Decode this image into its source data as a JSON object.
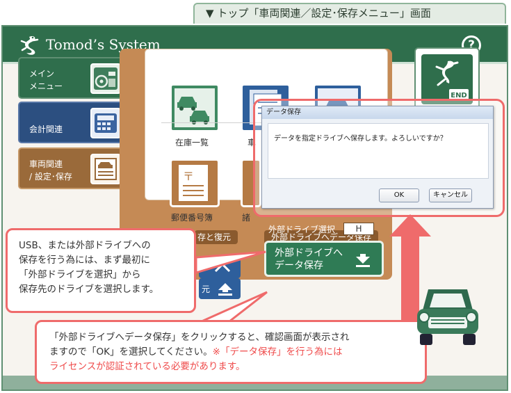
{
  "doc_tab": {
    "marker": "▼",
    "label": "トップ「車両関連／設定･保存メニュー」画面"
  },
  "header": {
    "app_title": "Tomod’s System",
    "help_label": "?"
  },
  "sidebar": {
    "items": [
      {
        "line1": "メイン",
        "line2": "メニュー",
        "icon": "wheel-dashboard-icon"
      },
      {
        "line1": "会計関連",
        "line2": "",
        "icon": "calculator-icon"
      },
      {
        "line1": "車両関連",
        "line2": "/ 設定･保存",
        "icon": "vehicle-list-icon"
      }
    ]
  },
  "menu_tiles": [
    {
      "label": "在庫一覧",
      "icon": "cars-stock-icon"
    },
    {
      "label": "車",
      "icon": "documents-icon"
    },
    {
      "label": "",
      "icon": "car-icon"
    },
    {
      "label": "郵便番号簿",
      "icon": "postal-book-icon"
    },
    {
      "label": "諸",
      "icon": "misc-icon"
    }
  ],
  "sections": {
    "left_label_partial": "存と復元",
    "right_label": "外部ドライブへデータ保存",
    "drive_select_label": "外部ドライブ選択",
    "drive_select_value": "H",
    "left_button_partial": "元",
    "save_button_line1": "外部ドライブへ",
    "save_button_line2": "データ保存"
  },
  "end_button": {
    "label": "END"
  },
  "dialog": {
    "title": "データ保存",
    "message": "データを指定ドライブへ保存します。よろしいですか？",
    "ok_label": "OK",
    "cancel_label": "キャンセル"
  },
  "notes": {
    "bubble1_lines": [
      "USB、または外部ドライブへの",
      "保存を行う為には、まず最初に",
      "「外部ドライブを選択」から",
      "保存先のドライブを選択します。"
    ],
    "bubble2_line1": "「外部ドライブへデータ保存」をクリックすると、確認画面が表示され",
    "bubble2_line2_plain": "ますので「OK」を選択してください。",
    "bubble2_line2_red": "※「データ保存」を行う為には",
    "bubble2_line3_red": "ライセンスが認証されている必要があります。"
  },
  "colors": {
    "header_green": "#2f6e4c",
    "panel_brown": "#c58a55",
    "button_blue": "#2e5f9c",
    "callout_red": "#ef6b6b",
    "warning_red": "#ef4a4a"
  }
}
